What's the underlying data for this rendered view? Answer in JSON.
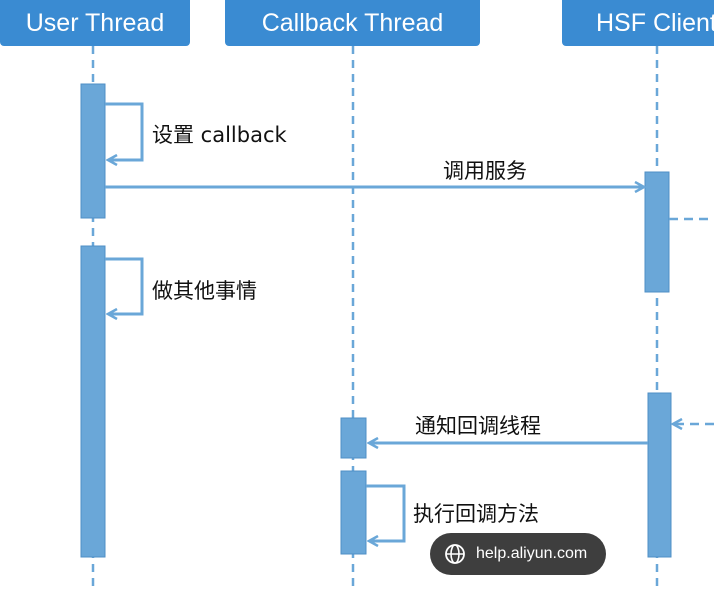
{
  "lifelines": [
    {
      "label": "User Thread"
    },
    {
      "label": "Callback Thread"
    },
    {
      "label": "HSF Client"
    }
  ],
  "messages": [
    {
      "label": "设置 callback"
    },
    {
      "label": "调用服务"
    },
    {
      "label": "做其他事情"
    },
    {
      "label": "通知回调线程"
    },
    {
      "label": "执行回调方法"
    }
  ],
  "watermark": {
    "text": "help.aliyun.com",
    "icon": "globe-icon"
  },
  "colors": {
    "header": "#3a8bd2",
    "activation": "#6aa7d8",
    "line": "#6aa7d8"
  }
}
